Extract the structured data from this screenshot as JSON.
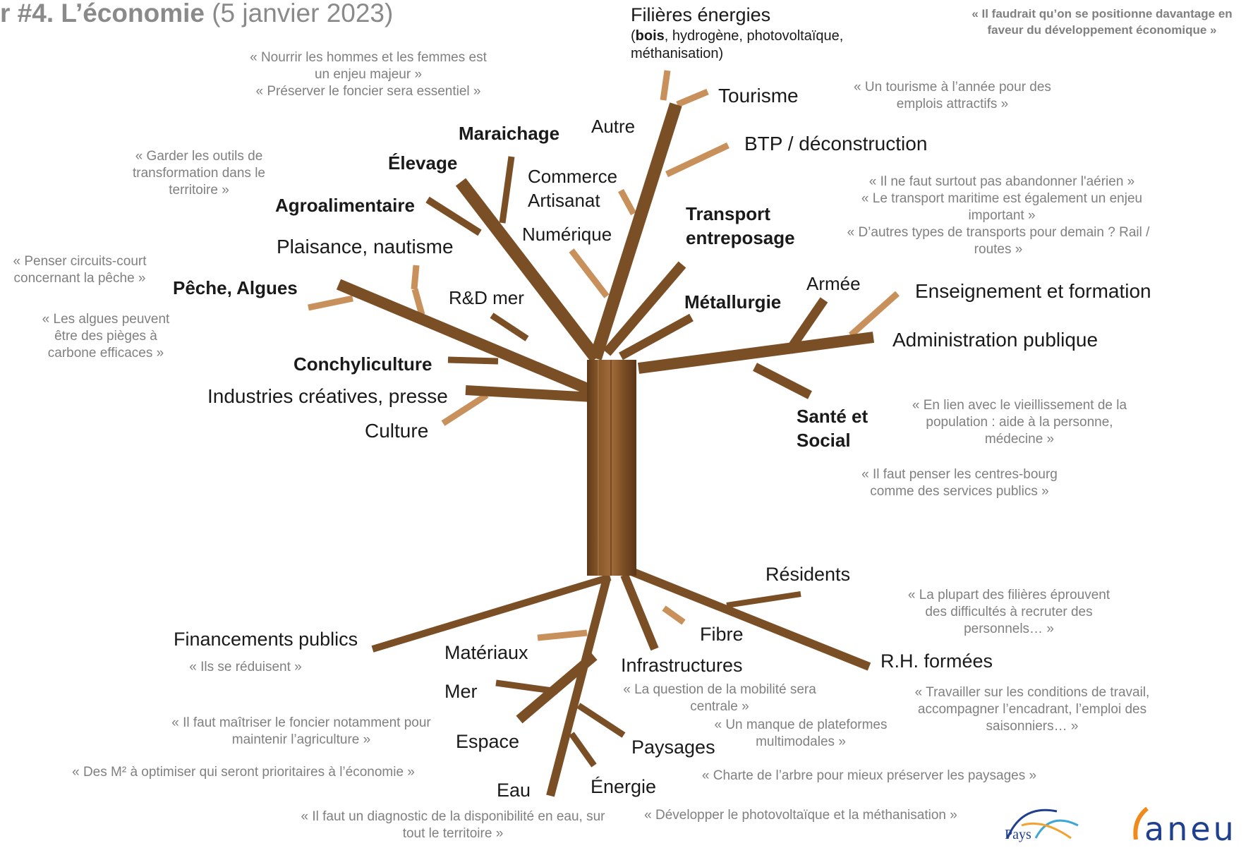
{
  "title": {
    "main": "r #4. L’économie",
    "date": "(5 janvier 2023)"
  },
  "branches": {
    "filieres_line1": "Filières énergies",
    "filieres_bois": "bois",
    "filieres_rest": ", hydrogène, photovoltaïque,",
    "filieres_line3": "méthanisation)",
    "tourisme": "Tourisme",
    "autre": "Autre",
    "maraichage": "Maraichage",
    "elevage": "Élevage",
    "commerce": "Commerce",
    "artisanat": "Artisanat",
    "btp": "BTP / déconstruction",
    "agroalimentaire": "Agroalimentaire",
    "transport": "Transport",
    "entreposage": "entreposage",
    "numerique": "Numérique",
    "plaisance": "Plaisance, nautisme",
    "peche": "Pêche, Algues",
    "rd_mer": "R&D mer",
    "metallurgie": "Métallurgie",
    "armee": "Armée",
    "enseignement": "Enseignement et formation",
    "administration": "Administration publique",
    "conchyliculture": "Conchyliculture",
    "industries": "Industries créatives, presse",
    "culture": "Culture",
    "sante1": "Santé et",
    "sante2": "Social"
  },
  "roots": {
    "residents": "Résidents",
    "fibre": "Fibre",
    "financements": "Financements publics",
    "materiaux": "Matériaux",
    "infrastructures": "Infrastructures",
    "rh": "R.H. formées",
    "mer": "Mer",
    "espace": "Espace",
    "paysages": "Paysages",
    "eau": "Eau",
    "energie": "Énergie"
  },
  "quotes": {
    "economie": "« Il faudrait qu’on se positionne davantage en faveur du développement économique »",
    "nourrir1": "« Nourrir les hommes et les femmes est un enjeu majeur »",
    "nourrir2": "« Préserver le foncier sera essentiel »",
    "tourisme": "« Un tourisme à l’année pour des emplois attractifs »",
    "outils": "« Garder les outils de transformation dans le territoire »",
    "aerien": "« Il ne faut surtout pas abandonner l'aérien »",
    "maritime": "« Le transport maritime est également un enjeu important »",
    "rail": "« D’autres types de transports pour demain ? Rail / routes »",
    "circuits": "« Penser circuits-court concernant la pêche »",
    "algues": "« Les algues peuvent être des pièges à carbone efficaces »",
    "vieillissement": "« En lien avec le vieillissement de la population : aide à la personne, médecine »",
    "centres": "« Il faut penser les centres-bourg comme des services publics »",
    "recruter": "« La plupart des filières éprouvent des difficultés à recruter des personnels… »",
    "reduisent": "« Ils se réduisent »",
    "mobilite": "« La question de la mobilité sera centrale »",
    "conditions": "« Travailler sur les conditions de travail, accompagner l’encadrant, l’emploi des saisonniers… »",
    "foncier": "« Il faut maîtriser le foncier notamment pour maintenir l’agriculture »",
    "plateformes": "« Un manque de plateformes multimodales »",
    "m2": "« Des M² à optimiser qui seront prioritaires à l’économie »",
    "charte": "« Charte de l’arbre pour mieux préserver les paysages »",
    "diagnostic": "« Il faut un diagnostic de la disponibilité en eau, sur tout le territoire »",
    "photovoltaique": "« Développer le photovoltaïque et la méthanisation »"
  },
  "logos": {
    "left": "Pays",
    "right": "aneu"
  },
  "colors": {
    "bark": "#8b5a2b",
    "bark_dark": "#6b4220",
    "twig": "#c8915c",
    "quote": "#808080",
    "label": "#1a1a1a"
  }
}
